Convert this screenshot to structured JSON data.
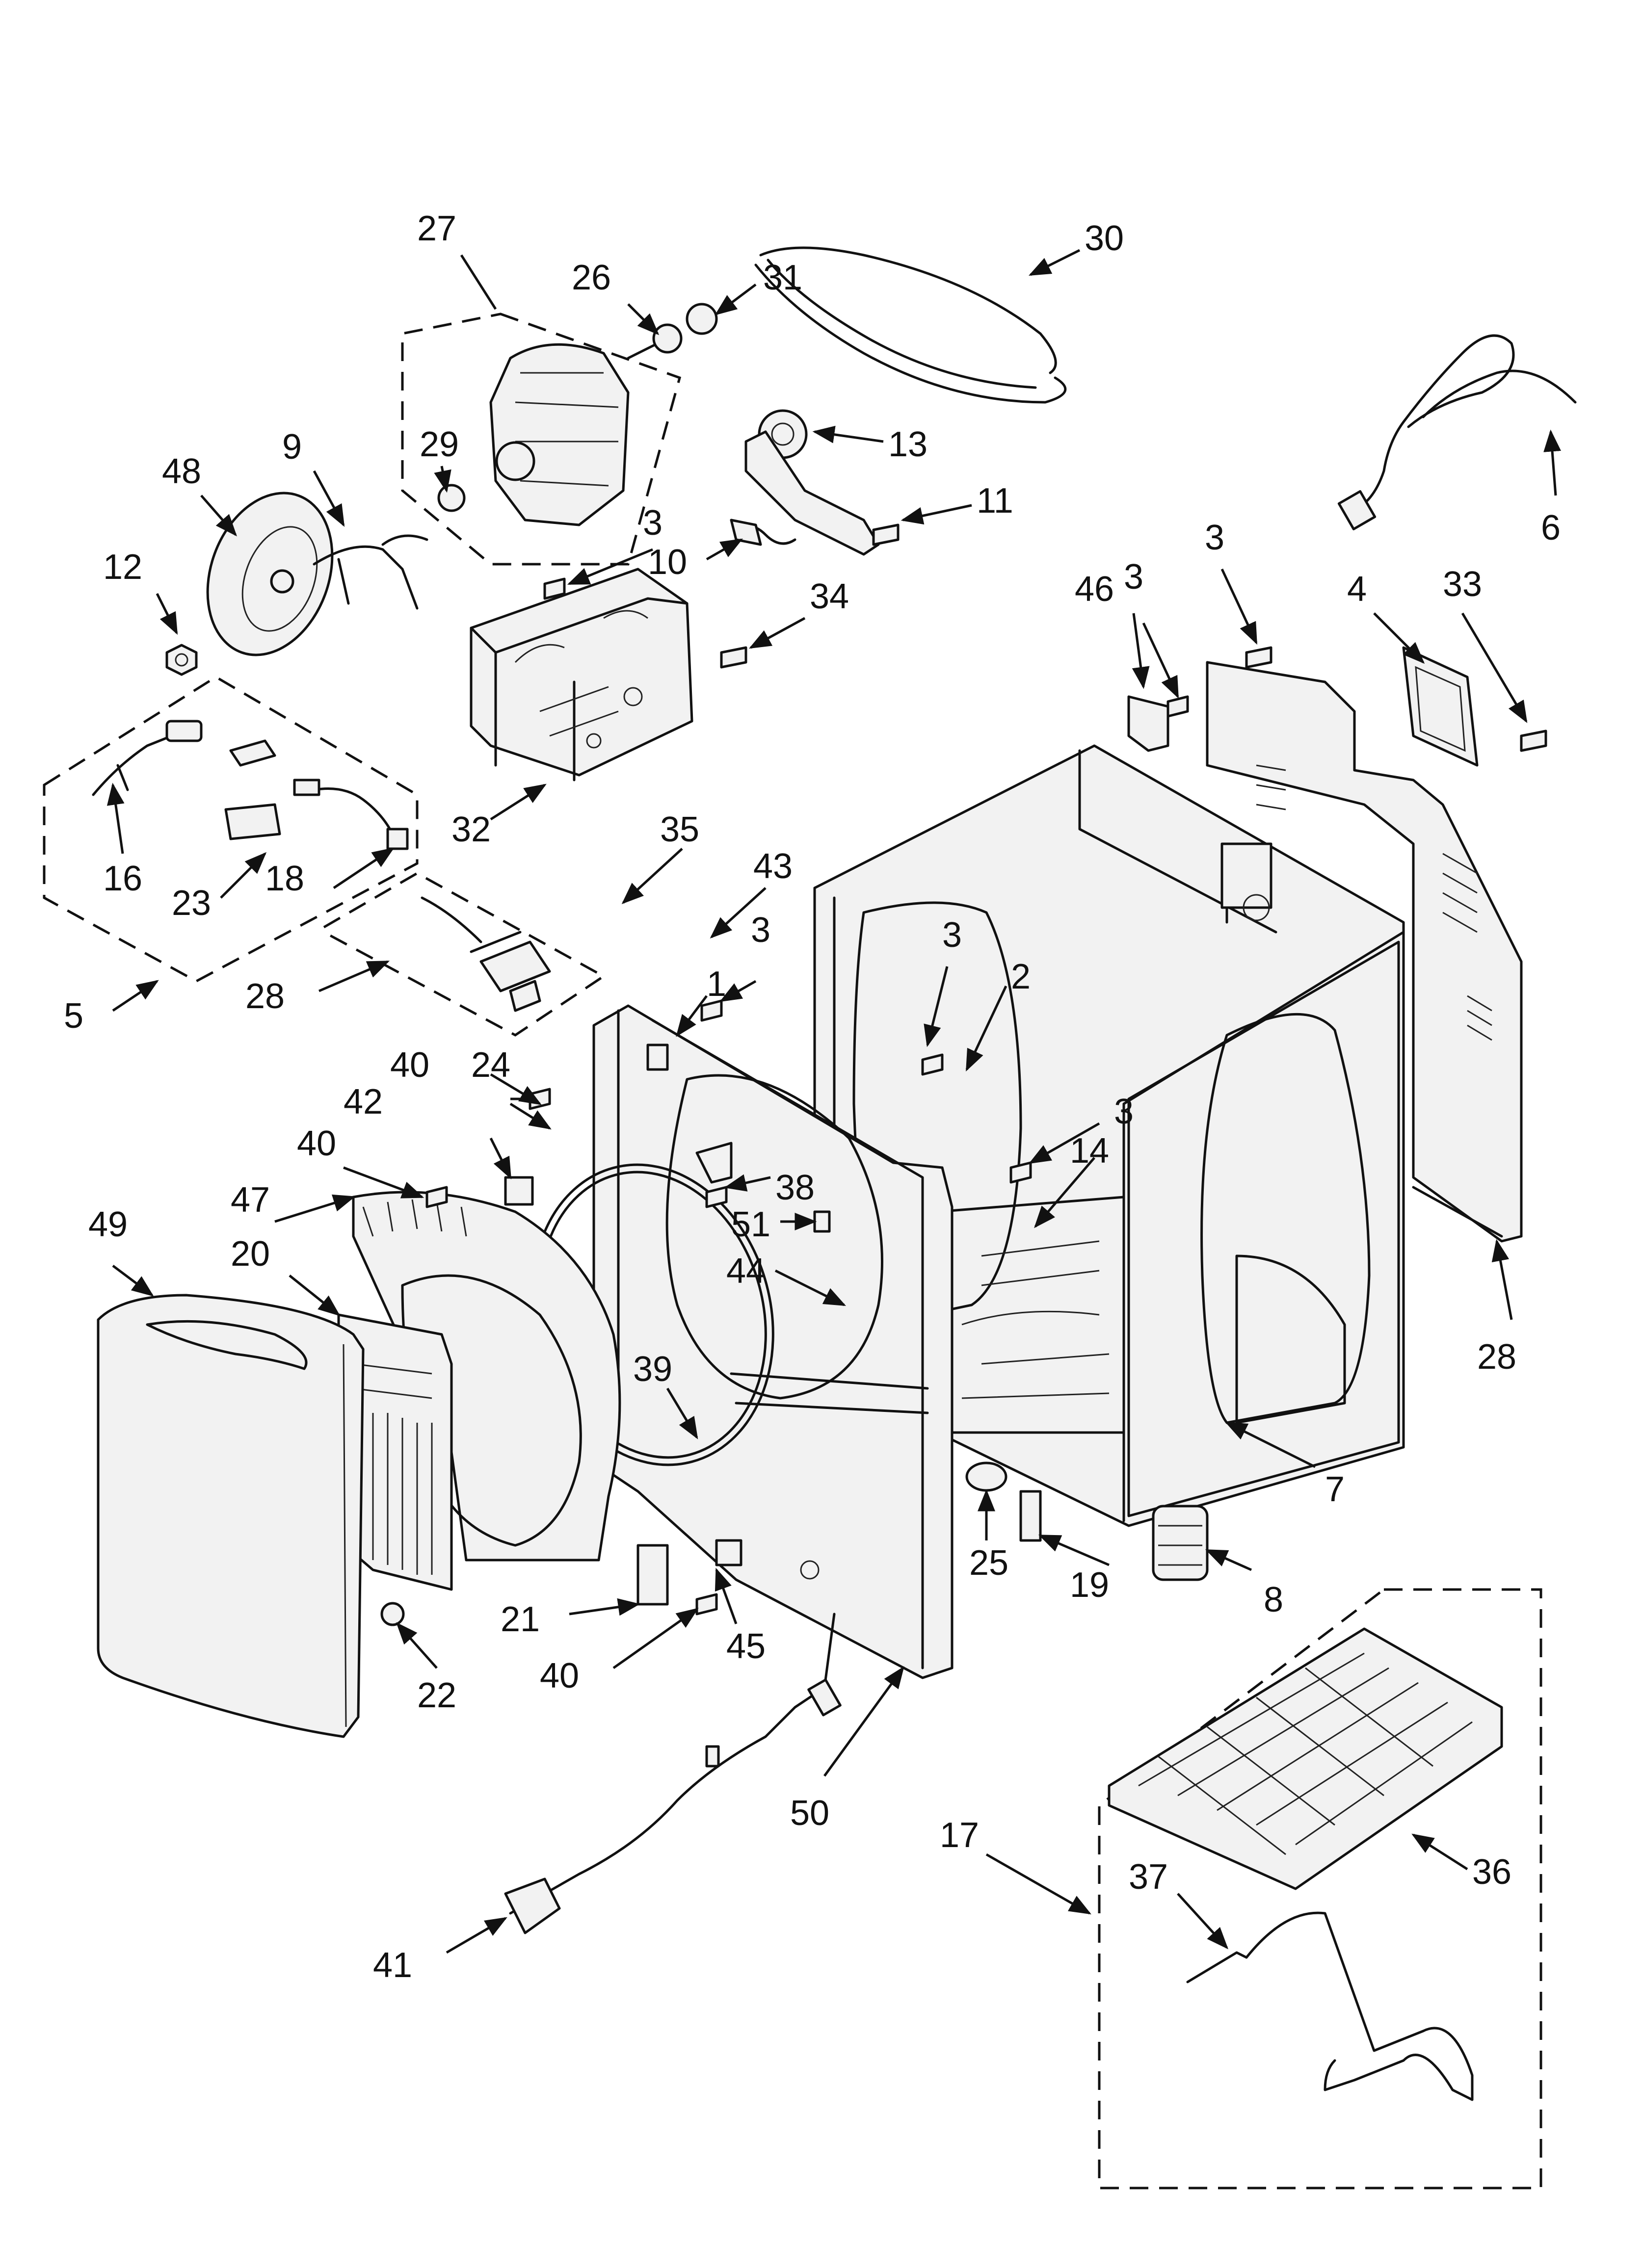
{
  "callouts": [
    {
      "id": "c27a",
      "label": "27"
    },
    {
      "id": "c26",
      "label": "26"
    },
    {
      "id": "c31",
      "label": "31"
    },
    {
      "id": "c30",
      "label": "30"
    },
    {
      "id": "c29",
      "label": "29"
    },
    {
      "id": "c48",
      "label": "48"
    },
    {
      "id": "c9",
      "label": "9"
    },
    {
      "id": "c13",
      "label": "13"
    },
    {
      "id": "c11",
      "label": "11"
    },
    {
      "id": "c12",
      "label": "12"
    },
    {
      "id": "c3a",
      "label": "3"
    },
    {
      "id": "c10",
      "label": "10"
    },
    {
      "id": "c34",
      "label": "34"
    },
    {
      "id": "c6",
      "label": "6"
    },
    {
      "id": "c46",
      "label": "46"
    },
    {
      "id": "c3b",
      "label": "3"
    },
    {
      "id": "c3c",
      "label": "3"
    },
    {
      "id": "c4",
      "label": "4"
    },
    {
      "id": "c33",
      "label": "33"
    },
    {
      "id": "c16",
      "label": "16"
    },
    {
      "id": "c23",
      "label": "23"
    },
    {
      "id": "c18",
      "label": "18"
    },
    {
      "id": "c32",
      "label": "32"
    },
    {
      "id": "c35",
      "label": "35"
    },
    {
      "id": "c43",
      "label": "43"
    },
    {
      "id": "c5",
      "label": "5"
    },
    {
      "id": "c28a",
      "label": "28"
    },
    {
      "id": "c1",
      "label": "1"
    },
    {
      "id": "c3d",
      "label": "3"
    },
    {
      "id": "c3e",
      "label": "3"
    },
    {
      "id": "c2",
      "label": "2"
    },
    {
      "id": "c40a",
      "label": "40"
    },
    {
      "id": "c24",
      "label": "24"
    },
    {
      "id": "c42",
      "label": "42"
    },
    {
      "id": "c40b",
      "label": "40"
    },
    {
      "id": "c47",
      "label": "47"
    },
    {
      "id": "c38",
      "label": "38"
    },
    {
      "id": "c3f",
      "label": "3"
    },
    {
      "id": "c14",
      "label": "14"
    },
    {
      "id": "c49",
      "label": "49"
    },
    {
      "id": "c20",
      "label": "20"
    },
    {
      "id": "c51",
      "label": "51"
    },
    {
      "id": "c44",
      "label": "44"
    },
    {
      "id": "c28b",
      "label": "28"
    },
    {
      "id": "c39",
      "label": "39"
    },
    {
      "id": "c7",
      "label": "7"
    },
    {
      "id": "c25",
      "label": "25"
    },
    {
      "id": "c19",
      "label": "19"
    },
    {
      "id": "c8",
      "label": "8"
    },
    {
      "id": "c21",
      "label": "21"
    },
    {
      "id": "c45",
      "label": "45"
    },
    {
      "id": "c40c",
      "label": "40"
    },
    {
      "id": "c22",
      "label": "22"
    },
    {
      "id": "c50",
      "label": "50"
    },
    {
      "id": "c17",
      "label": "17"
    },
    {
      "id": "c36",
      "label": "36"
    },
    {
      "id": "c37",
      "label": "37"
    },
    {
      "id": "c41",
      "label": "41"
    }
  ]
}
